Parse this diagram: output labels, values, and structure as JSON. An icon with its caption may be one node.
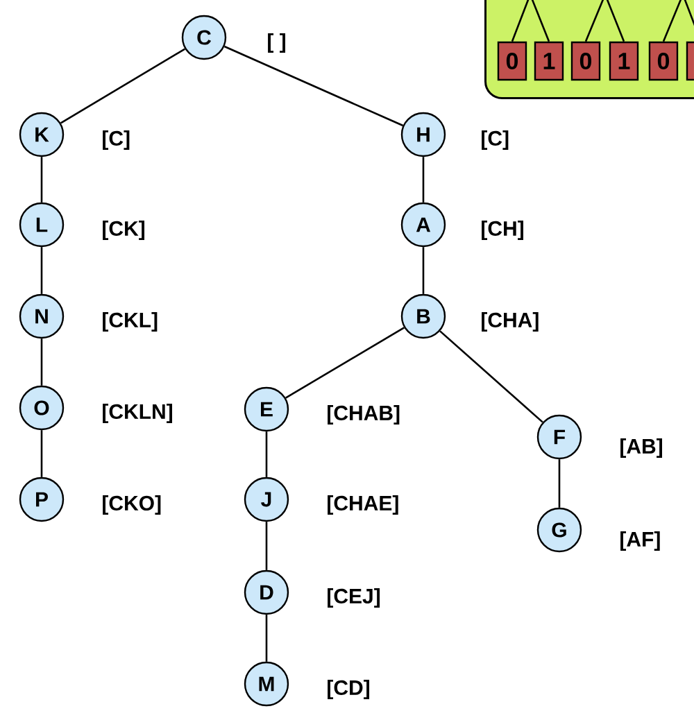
{
  "diagram": {
    "nodes": [
      {
        "text": [
          "C"
        ],
        "beside": [
          "[ ]"
        ]
      },
      {
        "text": [
          "K"
        ],
        "beside": [
          "[C]"
        ]
      },
      {
        "text": [
          "L"
        ],
        "beside": [
          "[CK]"
        ]
      },
      {
        "text": [
          "N"
        ],
        "beside": [
          "[CKL]"
        ]
      },
      {
        "text": [
          "O"
        ],
        "beside": [
          "[CKLN]"
        ]
      },
      {
        "text": [
          "P"
        ],
        "beside": [
          "[CKO]"
        ]
      },
      {
        "text": [
          "H"
        ],
        "beside": [
          "[C]"
        ]
      },
      {
        "text": [
          "A"
        ],
        "beside": [
          "[CH]"
        ]
      },
      {
        "text": [
          "B"
        ],
        "beside": [
          "[CHA]"
        ]
      },
      {
        "text": [
          "E"
        ],
        "beside": [
          "[CHAB]"
        ]
      },
      {
        "text": [
          "J"
        ],
        "beside": [
          "[CHAE]"
        ]
      },
      {
        "text": [
          "D"
        ],
        "beside": [
          "[CEJ]"
        ]
      },
      {
        "text": [
          "M"
        ],
        "beside": [
          "[CD]"
        ]
      },
      {
        "text": [
          "F"
        ],
        "beside": [
          "[AB]"
        ]
      },
      {
        "text": [
          "G"
        ],
        "beside": [
          "[AF]"
        ]
      },
      {
        "text": [],
        "shape": "box"
      },
      {
        "text": [
          "0"
        ],
        "in": 15
      },
      {
        "text": [
          "1"
        ],
        "in": 15
      },
      {
        "text": [
          "0"
        ],
        "in": 15
      },
      {
        "text": [
          "1"
        ],
        "in": 15
      },
      {
        "text": [
          "0"
        ],
        "in": 15
      },
      {
        "text": [],
        "shape": "box",
        "in": 15
      }
    ],
    "edges": [
      {
        "from": 0,
        "to": 1,
        "arrow": "none"
      },
      {
        "from": 0,
        "to": 6,
        "arrow": "none"
      },
      {
        "from": 1,
        "to": 2,
        "arrow": "none"
      },
      {
        "from": 2,
        "to": 3,
        "arrow": "none"
      },
      {
        "from": 3,
        "to": 4,
        "arrow": "none"
      },
      {
        "from": 4,
        "to": 5,
        "arrow": "none"
      },
      {
        "from": 6,
        "to": 7,
        "arrow": "none"
      },
      {
        "from": 7,
        "to": 8,
        "arrow": "none"
      },
      {
        "from": 8,
        "to": 9,
        "arrow": "none"
      },
      {
        "from": 8,
        "to": 13,
        "arrow": "none"
      },
      {
        "from": 9,
        "to": 10,
        "arrow": "none"
      },
      {
        "from": 10,
        "to": 11,
        "arrow": "none"
      },
      {
        "from": 11,
        "to": 12,
        "arrow": "none"
      },
      {
        "from": 13,
        "to": 14,
        "arrow": "none"
      },
      {
        "from": null,
        "to": 16,
        "arrow": "none"
      },
      {
        "from": null,
        "to": 17,
        "arrow": "none"
      },
      {
        "from": null,
        "to": 18,
        "arrow": "none"
      },
      {
        "from": null,
        "to": 19,
        "arrow": "none"
      },
      {
        "from": null,
        "to": 20,
        "arrow": "none"
      },
      {
        "from": null,
        "to": 21,
        "arrow": "none"
      }
    ]
  }
}
